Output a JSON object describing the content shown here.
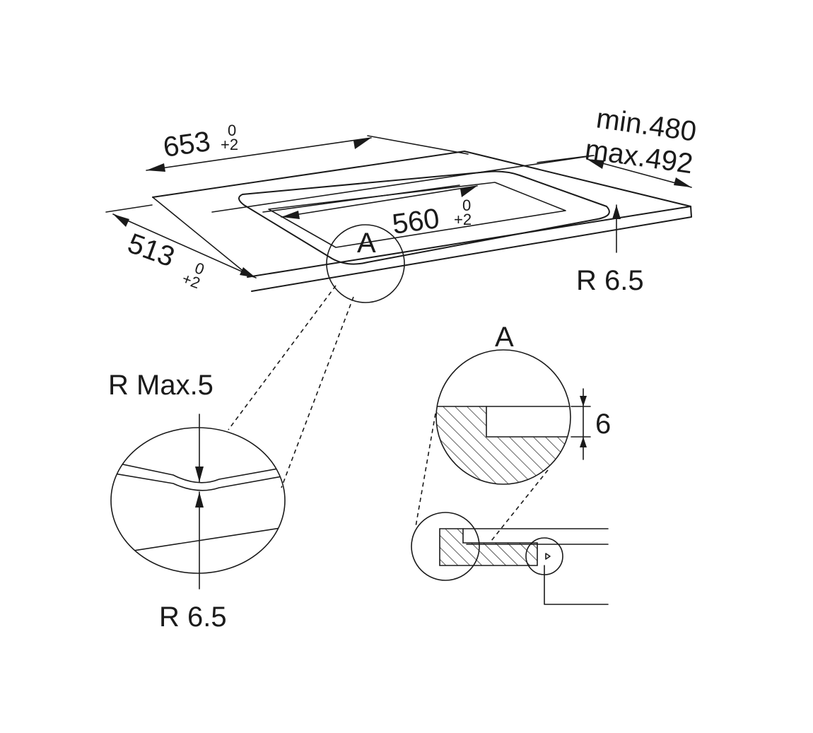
{
  "dimensions": {
    "width_653": {
      "value": "653",
      "tol_upper": "0",
      "tol_lower": "+2"
    },
    "depth_513": {
      "value": "513",
      "tol_upper": "0",
      "tol_lower": "+2"
    },
    "cutout_560": {
      "value": "560",
      "tol_upper": "0",
      "tol_lower": "+2"
    },
    "min_depth": "min.480",
    "max_depth": "max.492",
    "corner_radius_top": "R 6.5",
    "radius_max": "R Max.5",
    "corner_radius_detail": "R 6.5",
    "step_height": "6"
  },
  "detail_label_main": "A",
  "detail_label_section": "A"
}
